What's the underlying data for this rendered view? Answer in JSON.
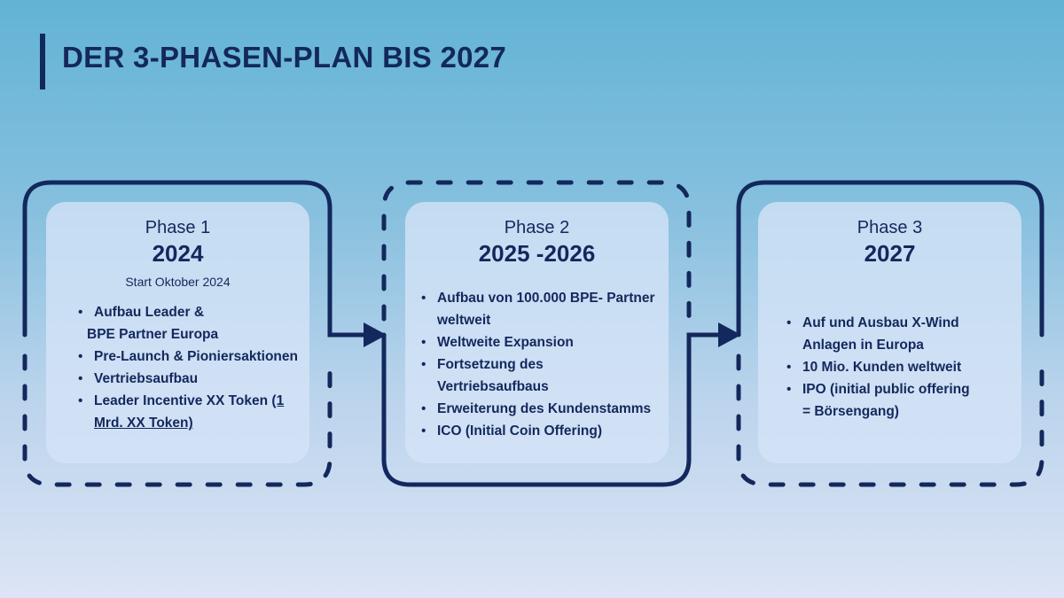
{
  "title": "DER 3-PHASEN-PLAN BIS 2027",
  "colors": {
    "primary": "#13285c",
    "card": "#d6e4f7"
  },
  "phases": [
    {
      "label": "Phase 1",
      "year": "2024",
      "subtitle": "Start Oktober 2024",
      "items": [
        "Aufbau Leader &",
        "BPE Partner Europa",
        "Pre-Launch & Pioniersaktionen",
        "Vertriebsaufbau",
        "Leader Incentive XX Token ",
        "(1 Mrd. XX Token)"
      ]
    },
    {
      "label": "Phase 2",
      "year": "2025 -2026",
      "items": [
        "Aufbau von 100.000 BPE- Partner weltweit",
        "Weltweite Expansion",
        "Fortsetzung des Vertriebsaufbaus",
        "Erweiterung des Kundenstamms",
        "ICO (Initial Coin Offering)"
      ]
    },
    {
      "label": "Phase 3",
      "year": "2027",
      "items": [
        "Auf und Ausbau X-Wind Anlagen in Europa",
        "10 Mio. Kunden weltweit",
        "IPO (initial public offering = Börsengang)"
      ]
    }
  ]
}
